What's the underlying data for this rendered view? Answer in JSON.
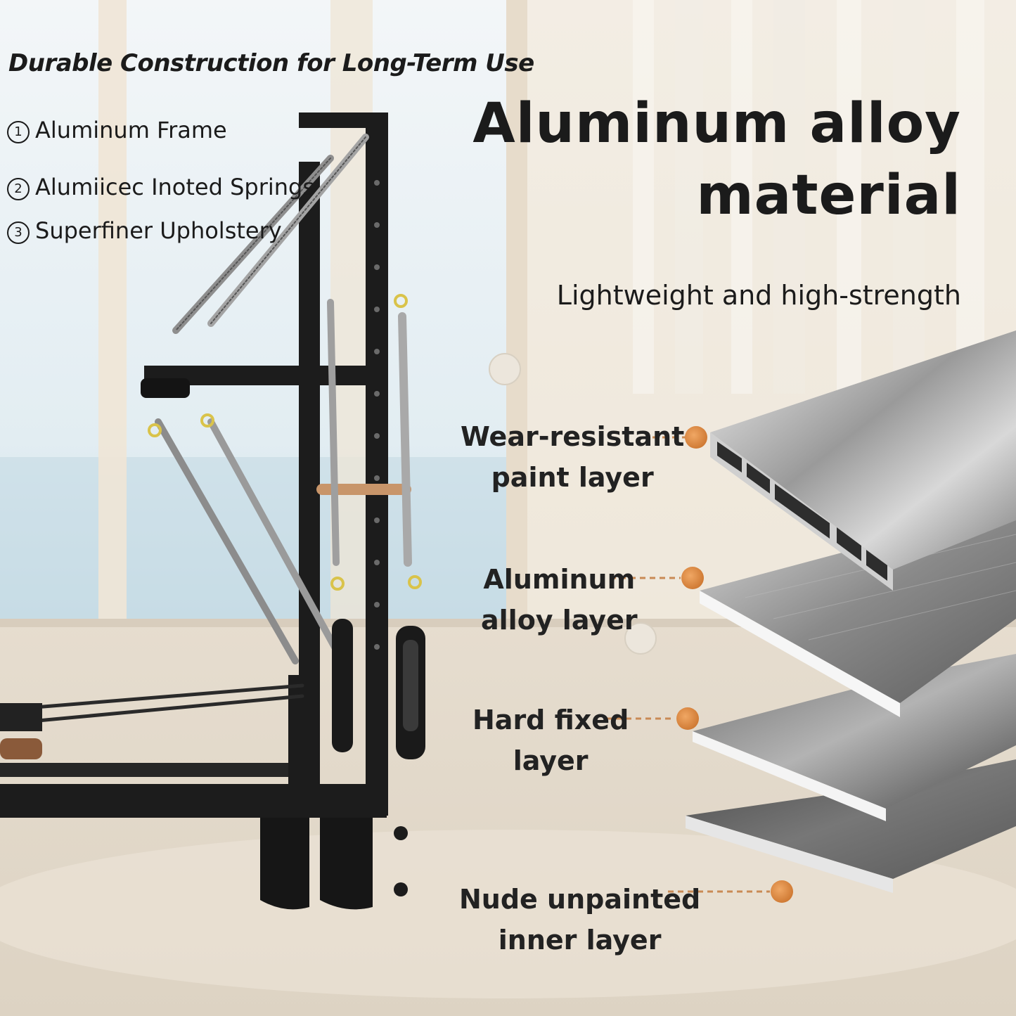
{
  "headline": "Durable Construction for Long-Term Use",
  "features": [
    {
      "num": "1",
      "label": "Aluminum Frame"
    },
    {
      "num": "2",
      "label": "Alumiicec Inoted Springs"
    },
    {
      "num": "3",
      "label": "Superfiner Upholstery"
    }
  ],
  "title": {
    "line1": "Aluminum alloy",
    "line2": "material"
  },
  "subtitle": "Lightweight and high-strength",
  "layers": [
    {
      "line1": "Wear-resistant",
      "line2": "paint layer"
    },
    {
      "line1": "Aluminum",
      "line2": "alloy layer"
    },
    {
      "line1": "Hard fixed",
      "line2": "layer"
    },
    {
      "line1": "Nude unpainted",
      "line2": "inner layer"
    }
  ],
  "colors": {
    "frame": "#1c1c1c",
    "callout": "#e08e4a",
    "metal": "#c9c9c9",
    "wood": "#c8956a"
  }
}
